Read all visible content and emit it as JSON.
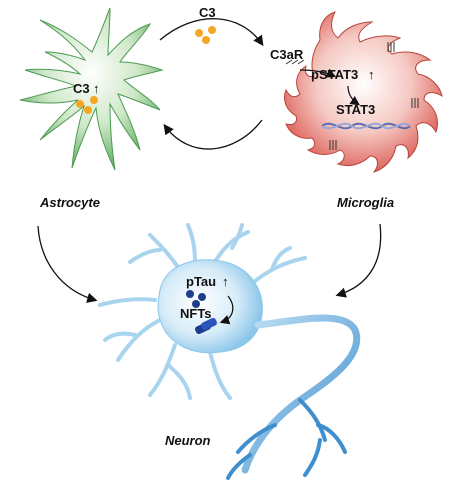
{
  "labels": {
    "c3_top": "C3",
    "c3ar": "C3aR",
    "astro_c3": "C3",
    "pstat3": "pSTAT3",
    "stat3": "STAT3",
    "ptau": "pTau",
    "nfts": "NFTs",
    "up_arrow": "↑"
  },
  "cells": {
    "astrocyte": "Astrocyte",
    "microglia": "Microglia",
    "neuron": "Neuron"
  },
  "colors": {
    "astrocyte": "#5fae62",
    "microglia": "#d9534a",
    "neuron": "#9fd0ec",
    "dots": "#f5a623",
    "tangles": "#1f3d8f"
  }
}
